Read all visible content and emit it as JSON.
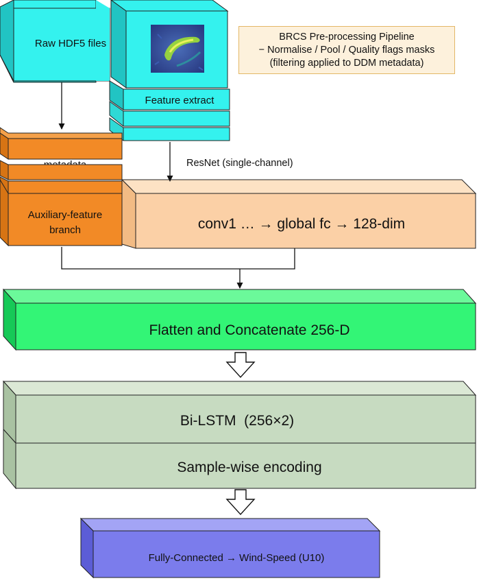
{
  "raw_files": {
    "label": "Raw HDF5 files"
  },
  "feature_extract": {
    "label": "Feature extract"
  },
  "note": {
    "line1": "BRCS Pre-processing Pipeline",
    "line2": "− Normalise / Pool / Quality flags masks",
    "line3": "(filtering applied to DDM metadata)"
  },
  "resnet": {
    "label": "ResNet (single-channel)"
  },
  "metadata": {
    "label": "metadata"
  },
  "aux_branch": {
    "line1": "Auxiliary-feature",
    "line2": "branch"
  },
  "conv_block": {
    "label": "conv1 … → global fc → 128-dim"
  },
  "flatten": {
    "label": "Flatten and Concatenate 256-D"
  },
  "bilstm": {
    "label": "Bi-LSTM  (256×2)"
  },
  "encoding": {
    "label": "Sample-wise encoding"
  },
  "fc": {
    "label": "Fully-Connected → Wind-Speed (U10)"
  },
  "colors": {
    "cyan": "#34f2ee",
    "orange": "#f28a26",
    "peach": "#fbd0a6",
    "green": "#33f576",
    "sage": "#c7dbc1",
    "blue": "#7b7cec",
    "note_bg": "#fdf1dc"
  }
}
